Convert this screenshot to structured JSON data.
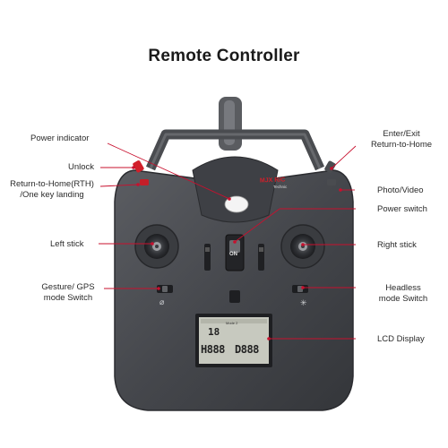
{
  "title": "Remote Controller",
  "labels": {
    "power_indicator": "Power indicator",
    "unlock": "Unlock",
    "rth_line1": "Return-to-Home(RTH)",
    "rth_line2": "/One key landing",
    "left_stick": "Left stick",
    "gesture_line1": "Gesture/ GPS",
    "gesture_line2": "mode Switch",
    "enter_line1": "Enter/Exit",
    "enter_line2": "Return-to-Home",
    "photo_video": "Photo/Video",
    "power_switch": "Power switch",
    "right_stick": "Right stick",
    "headless_line1": "Headless",
    "headless_line2": "mode Switch",
    "lcd_display": "LCD Display"
  },
  "controller": {
    "brand": "MJX R/C",
    "brand_sub": "Technic",
    "power_switch_mark": "ON",
    "lcd_row1": "H888",
    "lcd_row2": "D888",
    "lcd_top": "18",
    "lcd_mode": "Mode 2"
  },
  "colors": {
    "leader_line": "#c8102e",
    "body": "#4a4c51",
    "body_dark": "#2f3135",
    "lcd_bg": "#c7c9bf",
    "accent_red": "#d21f2a"
  }
}
